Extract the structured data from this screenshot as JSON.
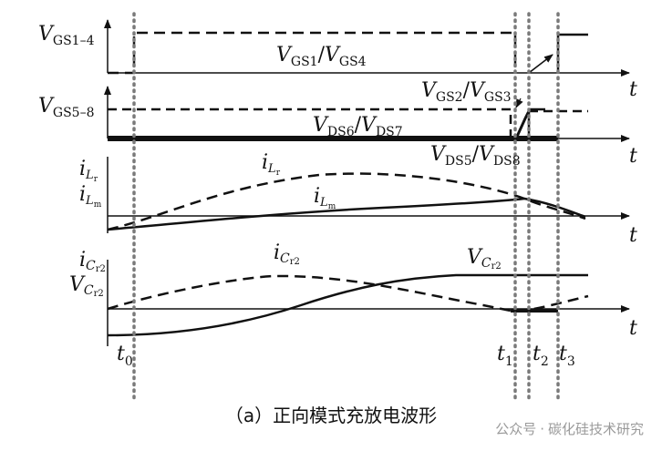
{
  "diagram": {
    "axis_labels": {
      "t": "t"
    },
    "panel1": {
      "ylabel": {
        "main": "V",
        "sub": "GS1–4"
      },
      "annotation": {
        "a": "V",
        "a_sub": "GS1",
        "slash": "/",
        "b": "V",
        "b_sub": "GS4"
      }
    },
    "panel2": {
      "ylabel": {
        "main": "V",
        "sub": "GS5–8"
      },
      "annotation_gs": {
        "a": "V",
        "a_sub": "GS2",
        "slash": "/",
        "b": "V",
        "b_sub": "GS3"
      },
      "annotation_ds67": {
        "a": "V",
        "a_sub": "DS6",
        "slash": "/",
        "b": "V",
        "b_sub": "DS7"
      },
      "annotation_ds58": {
        "a": "V",
        "a_sub": "DS5",
        "slash": "/",
        "b": "V",
        "b_sub": "DS8"
      }
    },
    "panel3": {
      "ylabel_lr": {
        "main": "i",
        "sub": "L",
        "subsub": "r"
      },
      "ylabel_lm": {
        "main": "i",
        "sub": "L",
        "subsub": "m"
      },
      "curve_lr": {
        "main": "i",
        "sub": "L",
        "subsub": "r"
      },
      "curve_lm": {
        "main": "i",
        "sub": "L",
        "subsub": "m"
      }
    },
    "panel4": {
      "ylabel_icr": {
        "main": "i",
        "sub": "C",
        "subsub": "r2"
      },
      "ylabel_vcr": {
        "main": "V",
        "sub": "C",
        "subsub": "r2"
      },
      "curve_icr": {
        "main": "i",
        "sub": "C",
        "subsub": "r2"
      },
      "curve_vcr": {
        "main": "V",
        "sub": "C",
        "subsub": "r2"
      }
    },
    "time_marks": [
      {
        "main": "t",
        "sub": "0"
      },
      {
        "main": "t",
        "sub": "1"
      },
      {
        "main": "t",
        "sub": "2"
      },
      {
        "main": "t",
        "sub": "3"
      }
    ]
  },
  "caption": "（a）正向模式充放电波形",
  "watermark": {
    "source": "公众号",
    "separator": "·",
    "name": "碳化硅技术研究"
  }
}
